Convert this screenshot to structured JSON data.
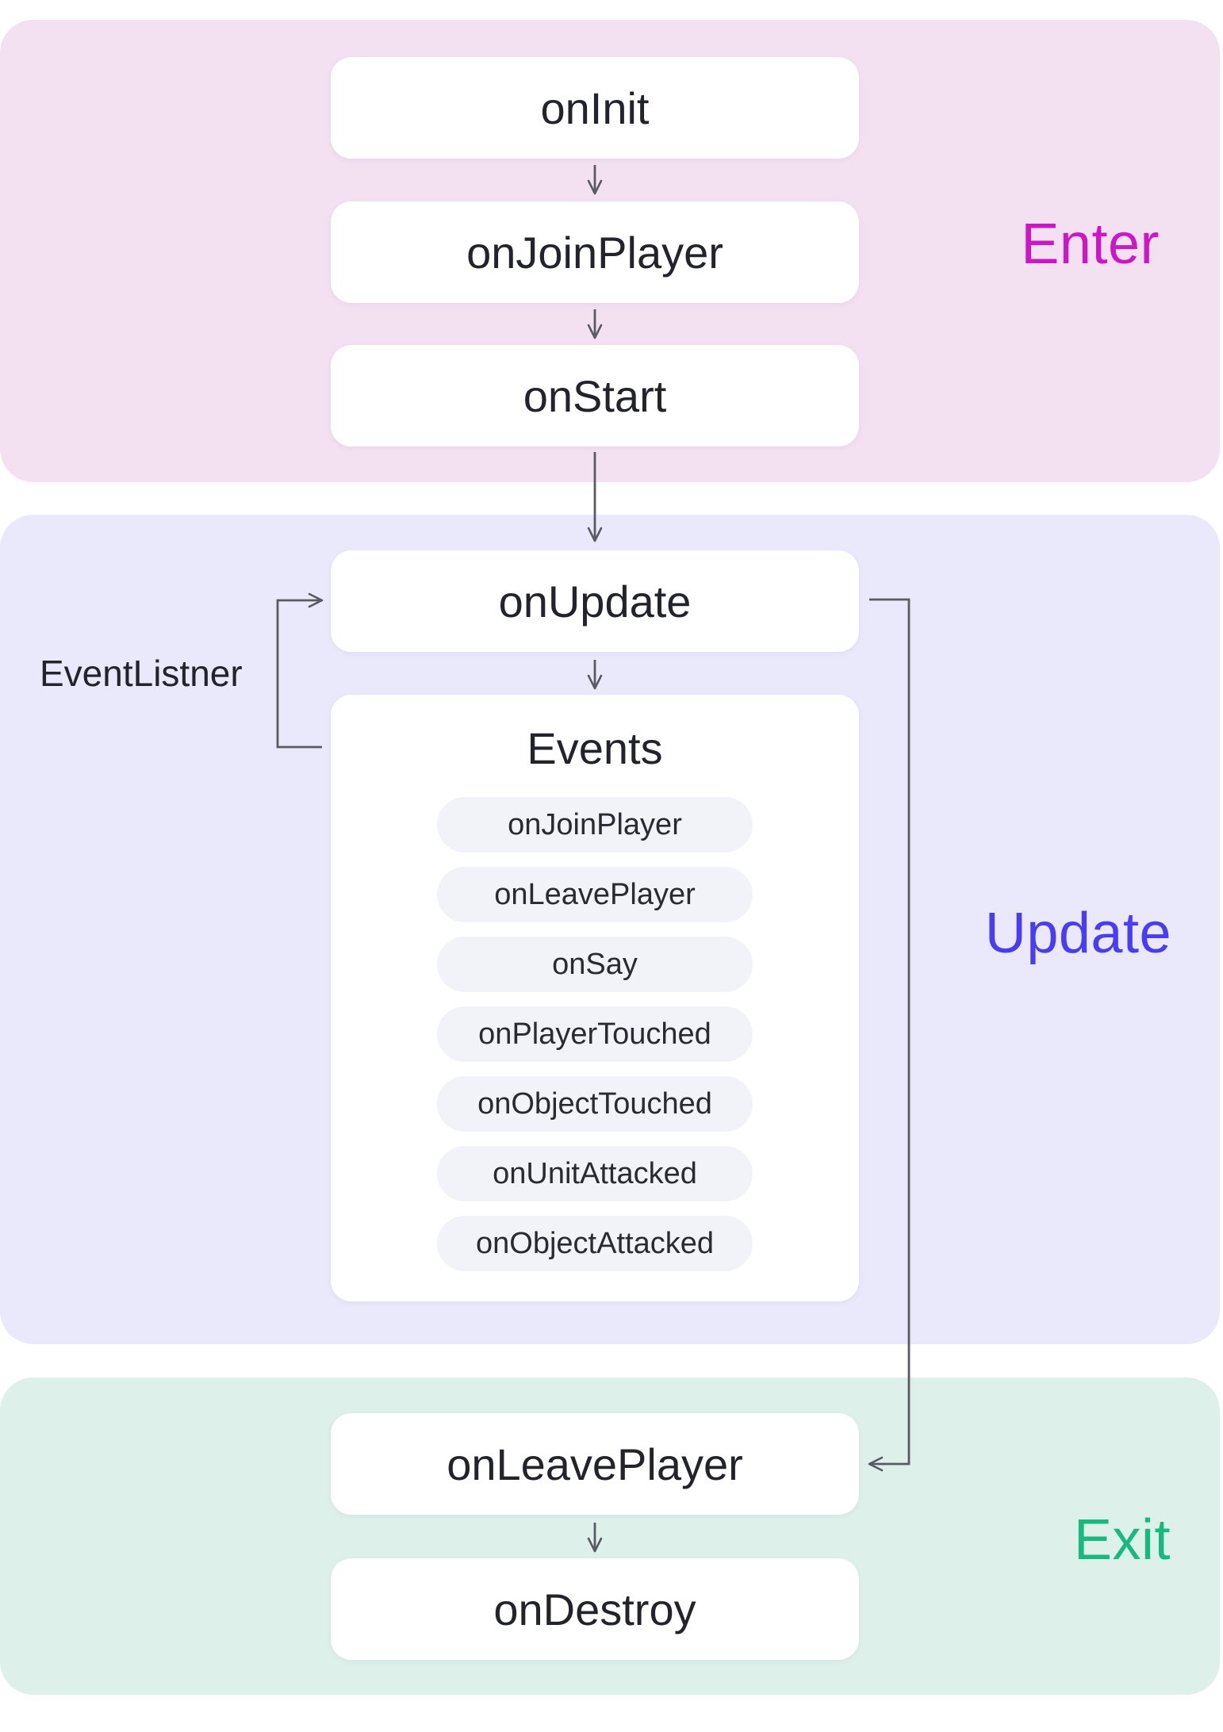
{
  "colors": {
    "enter_bg": "#f3e1f2",
    "enter_text": "#cc17c6",
    "update_bg": "#e9e9fb",
    "update_text": "#4a3cf0",
    "exit_bg": "#def0ea",
    "exit_text": "#17b97f",
    "arrow": "#5a5a62"
  },
  "phases": {
    "enter": {
      "label": "Enter",
      "nodes": [
        "onInit",
        "onJoinPlayer",
        "onStart"
      ]
    },
    "update": {
      "label": "Update",
      "node": "onUpdate",
      "side_label": "EventListner",
      "events": {
        "title": "Events",
        "items": [
          "onJoinPlayer",
          "onLeavePlayer",
          "onSay",
          "onPlayerTouched",
          "onObjectTouched",
          "onUnitAttacked",
          "onObjectAttacked"
        ]
      }
    },
    "exit": {
      "label": "Exit",
      "nodes": [
        "onLeavePlayer",
        "onDestroy"
      ]
    }
  }
}
